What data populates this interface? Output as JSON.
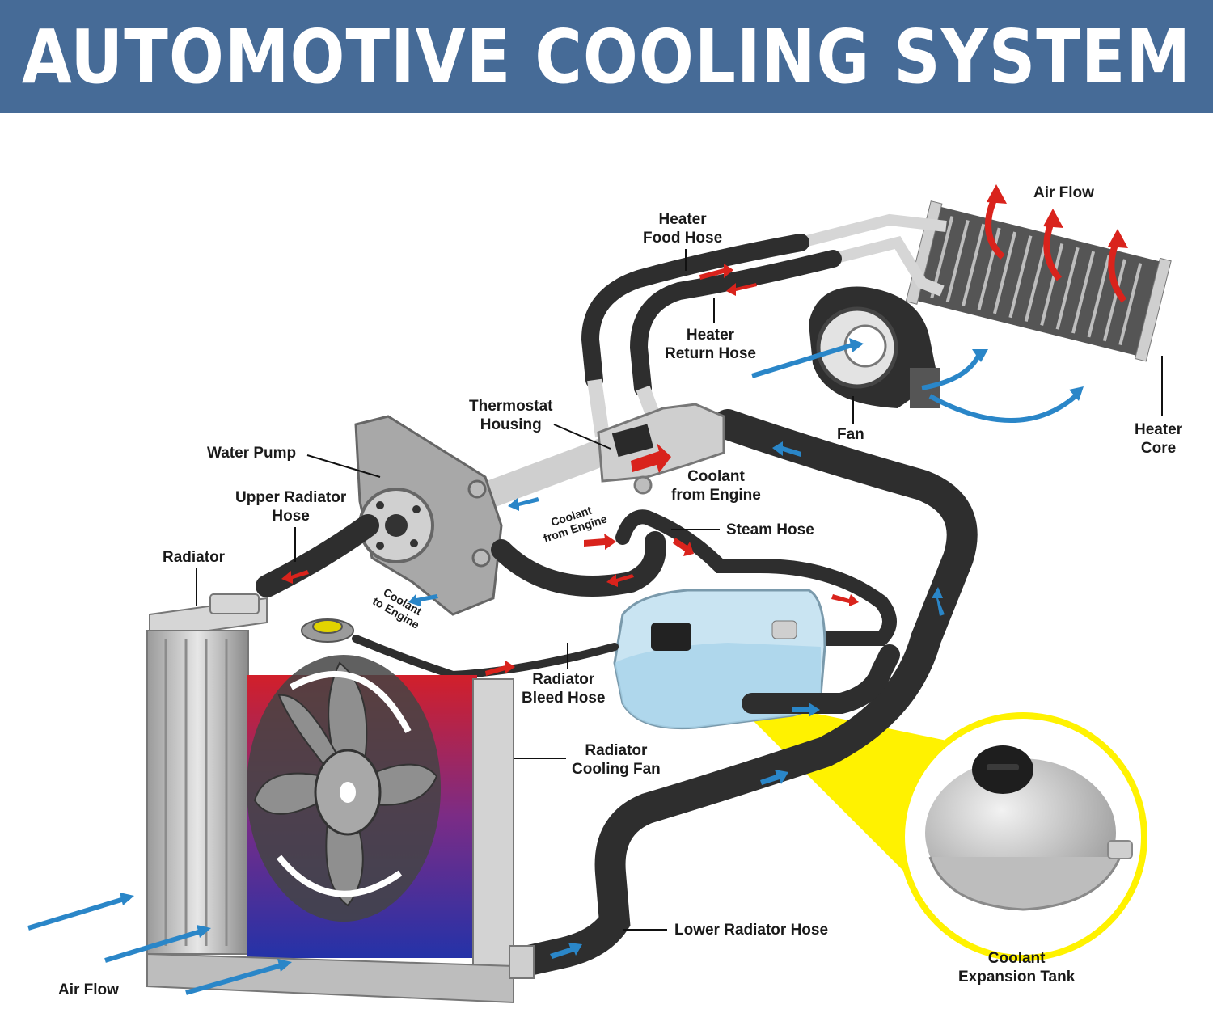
{
  "title": "AUTOMOTIVE COOLING SYSTEM",
  "colors": {
    "banner": "#466b97",
    "hose": "#2e2e2e",
    "flow_hot": "#d9231c",
    "flow_cold": "#2a86c8",
    "highlight": "#fff200",
    "tank": "#a9d3ea"
  },
  "labels": {
    "heater_food_hose": [
      "Heater",
      "Food Hose"
    ],
    "air_flow_top": "Air Flow",
    "heater_return_hose": [
      "Heater",
      "Return Hose"
    ],
    "thermostat_housing": [
      "Thermostat",
      "Housing"
    ],
    "water_pump": "Water Pump",
    "upper_radiator_hose": [
      "Upper Radiator",
      "Hose"
    ],
    "radiator": "Radiator",
    "coolant_from_engine_1": [
      "Coolant",
      "from Engine"
    ],
    "coolant_from_engine_2": [
      "Coolant",
      "from Engine"
    ],
    "coolant_to_engine": [
      "Coolant",
      "to Engine"
    ],
    "steam_hose": "Steam Hose",
    "fan": "Fan",
    "heater_core": [
      "Heater",
      "Core"
    ],
    "radiator_bleed_hose": [
      "Radiator",
      "Bleed Hose"
    ],
    "radiator_cooling_fan": [
      "Radiator",
      "Cooling Fan"
    ],
    "lower_radiator_hose": "Lower Radiator Hose",
    "coolant_expansion_tank": [
      "Coolant",
      "Expansion Tank"
    ],
    "air_flow_bottom": "Air Flow"
  },
  "icons": [
    "radiator-icon",
    "water-pump-icon",
    "thermostat-icon",
    "blower-fan-icon",
    "heater-core-icon",
    "expansion-tank-icon",
    "radiator-cap-icon"
  ]
}
